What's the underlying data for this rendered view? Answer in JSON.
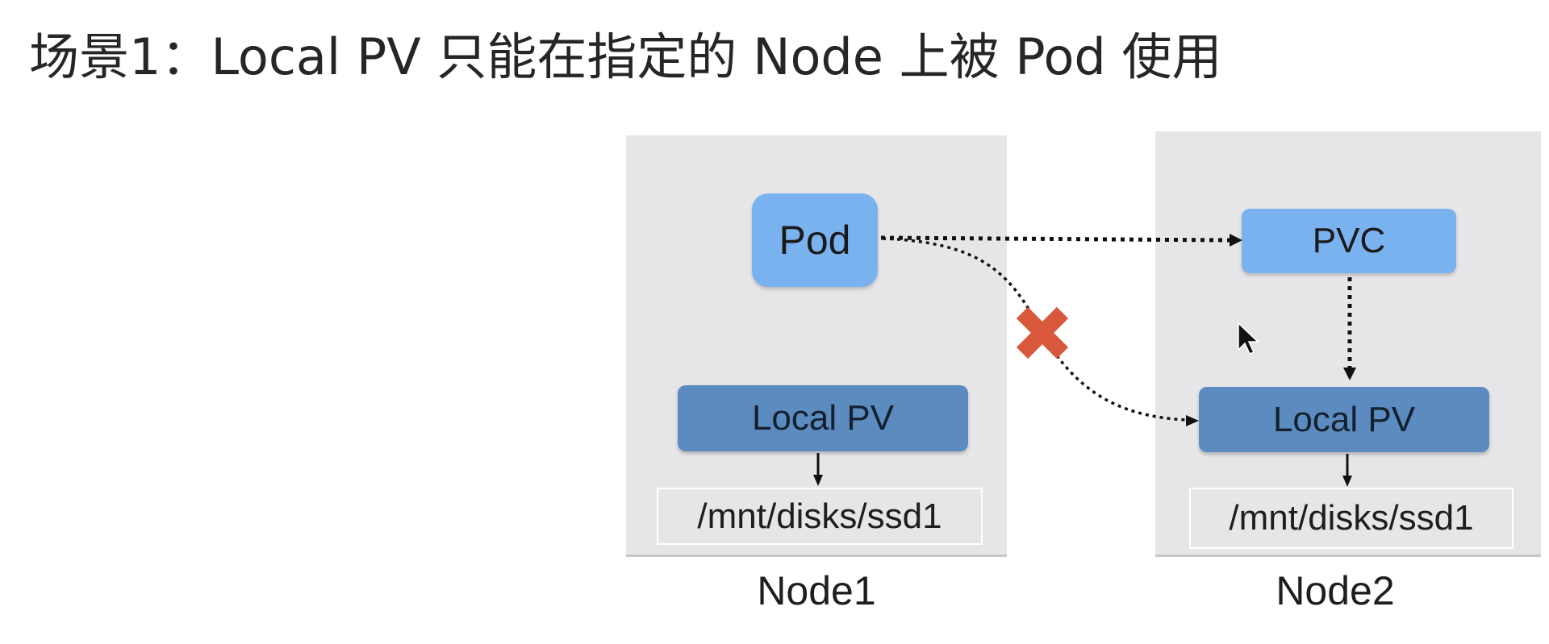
{
  "title": "场景1：Local PV 只能在指定的 Node 上被 Pod 使用",
  "node1": {
    "label": "Node1",
    "pod_label": "Pod",
    "local_pv_label": "Local PV",
    "path": "/mnt/disks/ssd1"
  },
  "node2": {
    "label": "Node2",
    "pvc_label": "PVC",
    "local_pv_label": "Local PV",
    "path": "/mnt/disks/ssd1"
  },
  "colors": {
    "panel": "#e6e6e8",
    "pod_pvc": "#7ab2f0",
    "local_pv": "#5b8bbf",
    "blocked_mark": "#d9573a"
  },
  "icons": [
    "blocked-x-icon",
    "mouse-cursor-icon"
  ]
}
